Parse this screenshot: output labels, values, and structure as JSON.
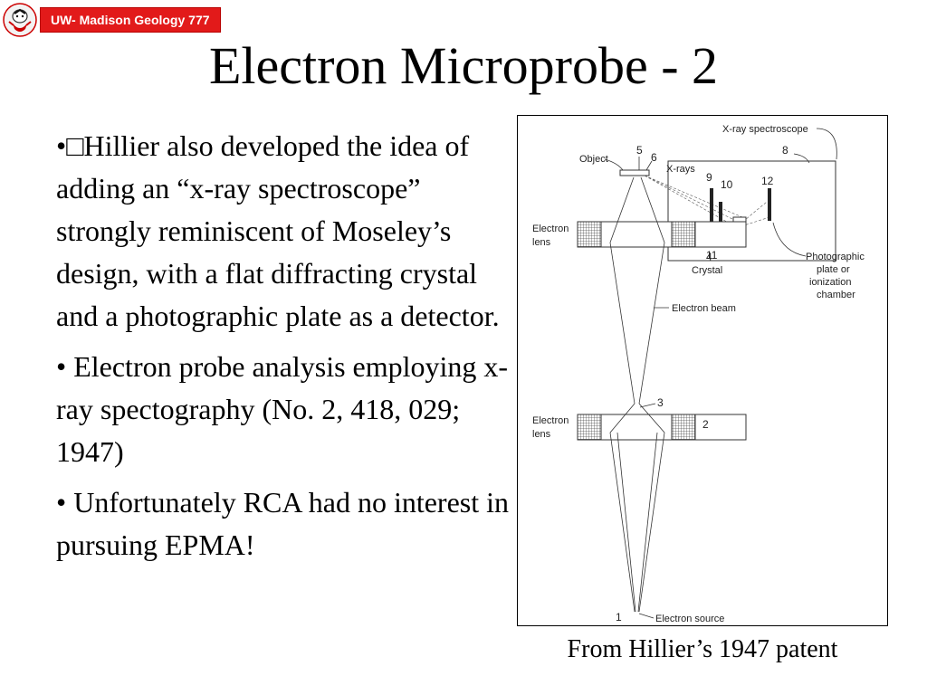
{
  "header": {
    "badge_text": "UW- Madison Geology  777"
  },
  "slide": {
    "title": "Electron Microprobe - 2"
  },
  "bullets": [
    "•□Hillier also developed the idea of adding an “x-ray spectroscope” strongly reminiscent of Moseley’s design, with a flat diffracting crystal and a photographic plate as a detector.",
    "• Electron probe analysis employing x-ray spectography (No. 2, 418, 029; 1947)",
    "• Unfortunately RCA had no interest in pursuing EPMA!"
  ],
  "figure": {
    "caption": "From Hillier’s 1947 patent",
    "labels": {
      "xray_spectroscope": "X-ray spectroscope",
      "object": "Object",
      "xrays": "X-rays",
      "electron_lens_top_1": "Electron",
      "electron_lens_top_2": "lens",
      "crystal": "Crystal",
      "photo_plate_1": "Photographic",
      "photo_plate_2": "plate or",
      "photo_plate_3": "ionization",
      "photo_plate_4": "chamber",
      "electron_beam": "Electron beam",
      "electron_lens_bottom_1": "Electron",
      "electron_lens_bottom_2": "lens",
      "electron_source": "Electron source"
    },
    "numbers": {
      "n1": "1",
      "n2": "2",
      "n3": "3",
      "n4": "4",
      "n5": "5",
      "n6": "6",
      "n8": "8",
      "n9": "9",
      "n10": "10",
      "n11": "11",
      "n12": "12"
    }
  },
  "colors": {
    "badge_bg": "#e21a1a",
    "badge_text": "#ffffff"
  }
}
